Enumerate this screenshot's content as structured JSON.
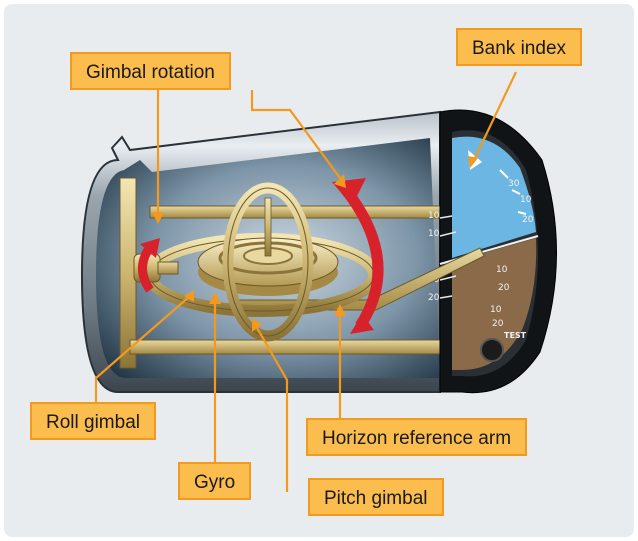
{
  "labels": {
    "gimbal_rotation": "Gimbal rotation",
    "bank_index": "Bank index",
    "roll_gimbal": "Roll gimbal",
    "horizon_reference_arm": "Horizon reference arm",
    "gyro": "Gyro",
    "pitch_gimbal": "Pitch gimbal"
  },
  "instrument": {
    "test_label": "TEST",
    "bank_scale": [
      "10",
      "20",
      "30"
    ],
    "pitch_scale": [
      "10",
      "10",
      "10",
      "20"
    ],
    "lower_scale": [
      "10",
      "20",
      "10",
      "20"
    ]
  },
  "colors": {
    "frame": "#e9ecef",
    "callout_fill": "#fbbd4e",
    "callout_border": "#f39a1e",
    "leader_line": "#f39a1e",
    "sky": "#6cb6e4",
    "ground": "#8b6a4a",
    "gimbal_gold": "#cdb671",
    "rotation_arrow": "#d8222b"
  }
}
